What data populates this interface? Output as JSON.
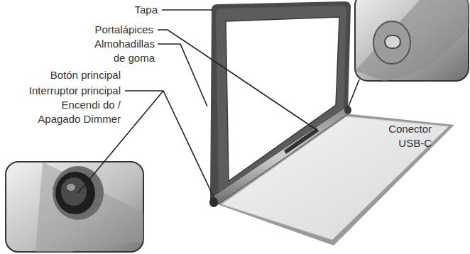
{
  "diagram": {
    "labels": [
      "Tapa",
      "Portalápices",
      "Almohadillas de goma",
      "Botón principal",
      "Interruptor principal",
      "Encendi do / Apagado Dimmer",
      "Conector USB-C"
    ]
  }
}
